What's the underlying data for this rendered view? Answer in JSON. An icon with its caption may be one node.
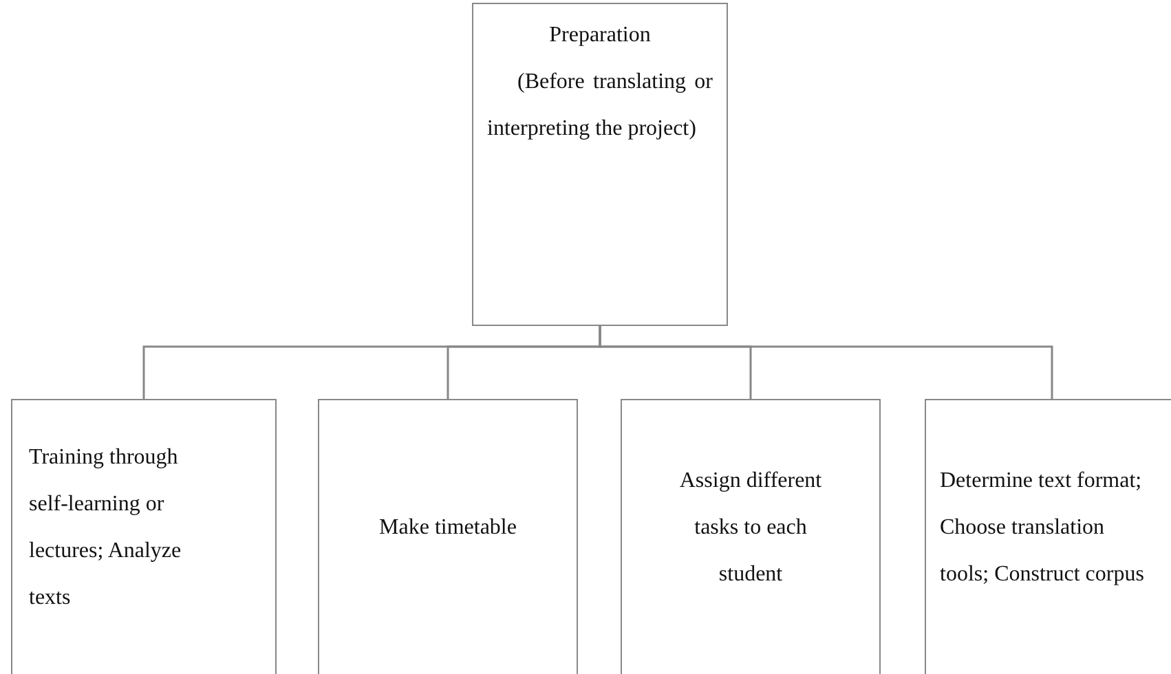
{
  "diagram": {
    "nodes": [
      {
        "text": [
          "Preparation",
          "(Before translating or interpreting the project)"
        ]
      },
      {
        "text": [
          "Training through self-learning or lectures; Analyze texts"
        ]
      },
      {
        "text": [
          "Make timetable"
        ]
      },
      {
        "text": [
          "Assign different tasks to each student"
        ]
      },
      {
        "text": [
          "Determine text format; Choose translation tools; Construct corpus"
        ]
      }
    ],
    "edges": [
      {
        "from": 0,
        "to": 1,
        "arrow": "none"
      },
      {
        "from": 0,
        "to": 2,
        "arrow": "none"
      },
      {
        "from": 0,
        "to": 3,
        "arrow": "none"
      },
      {
        "from": 0,
        "to": 4,
        "arrow": "none"
      }
    ]
  }
}
